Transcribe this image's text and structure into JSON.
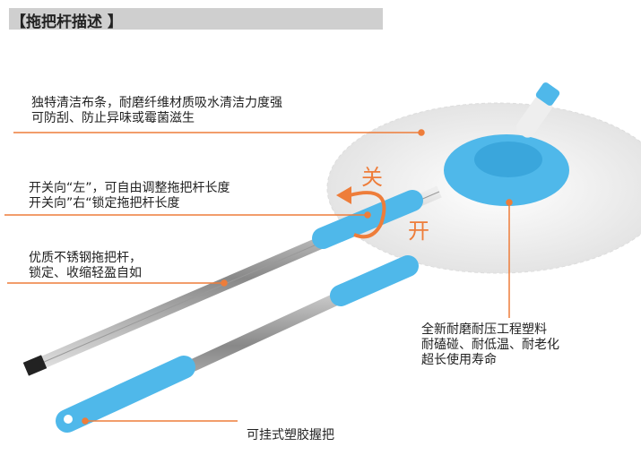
{
  "header": {
    "title": "【拖把杆描述 】"
  },
  "callouts": {
    "fiber": [
      "独特清洁布条，耐磨纤维材质吸水清洁力度强",
      "可防刮、防止异味或霉菌滋生"
    ],
    "switch": [
      "开关向“左”，可自由调整拖把杆长度",
      "开关向”右“锁定拖把杆长度"
    ],
    "pole": [
      "优质不锈钢拖把杆，",
      "锁定、收缩轻盈自如"
    ],
    "plastic": [
      "全新耐磨耐压工程塑料",
      "耐磕碰、耐低温、耐老化",
      "超长使用寿命"
    ],
    "handle": "可挂式塑胶握把"
  },
  "switch_labels": {
    "close": "关",
    "open": "开"
  },
  "colors": {
    "accent": "#ee7d3a",
    "blue": "#4fb8ea",
    "header": "#cfcfcf"
  }
}
